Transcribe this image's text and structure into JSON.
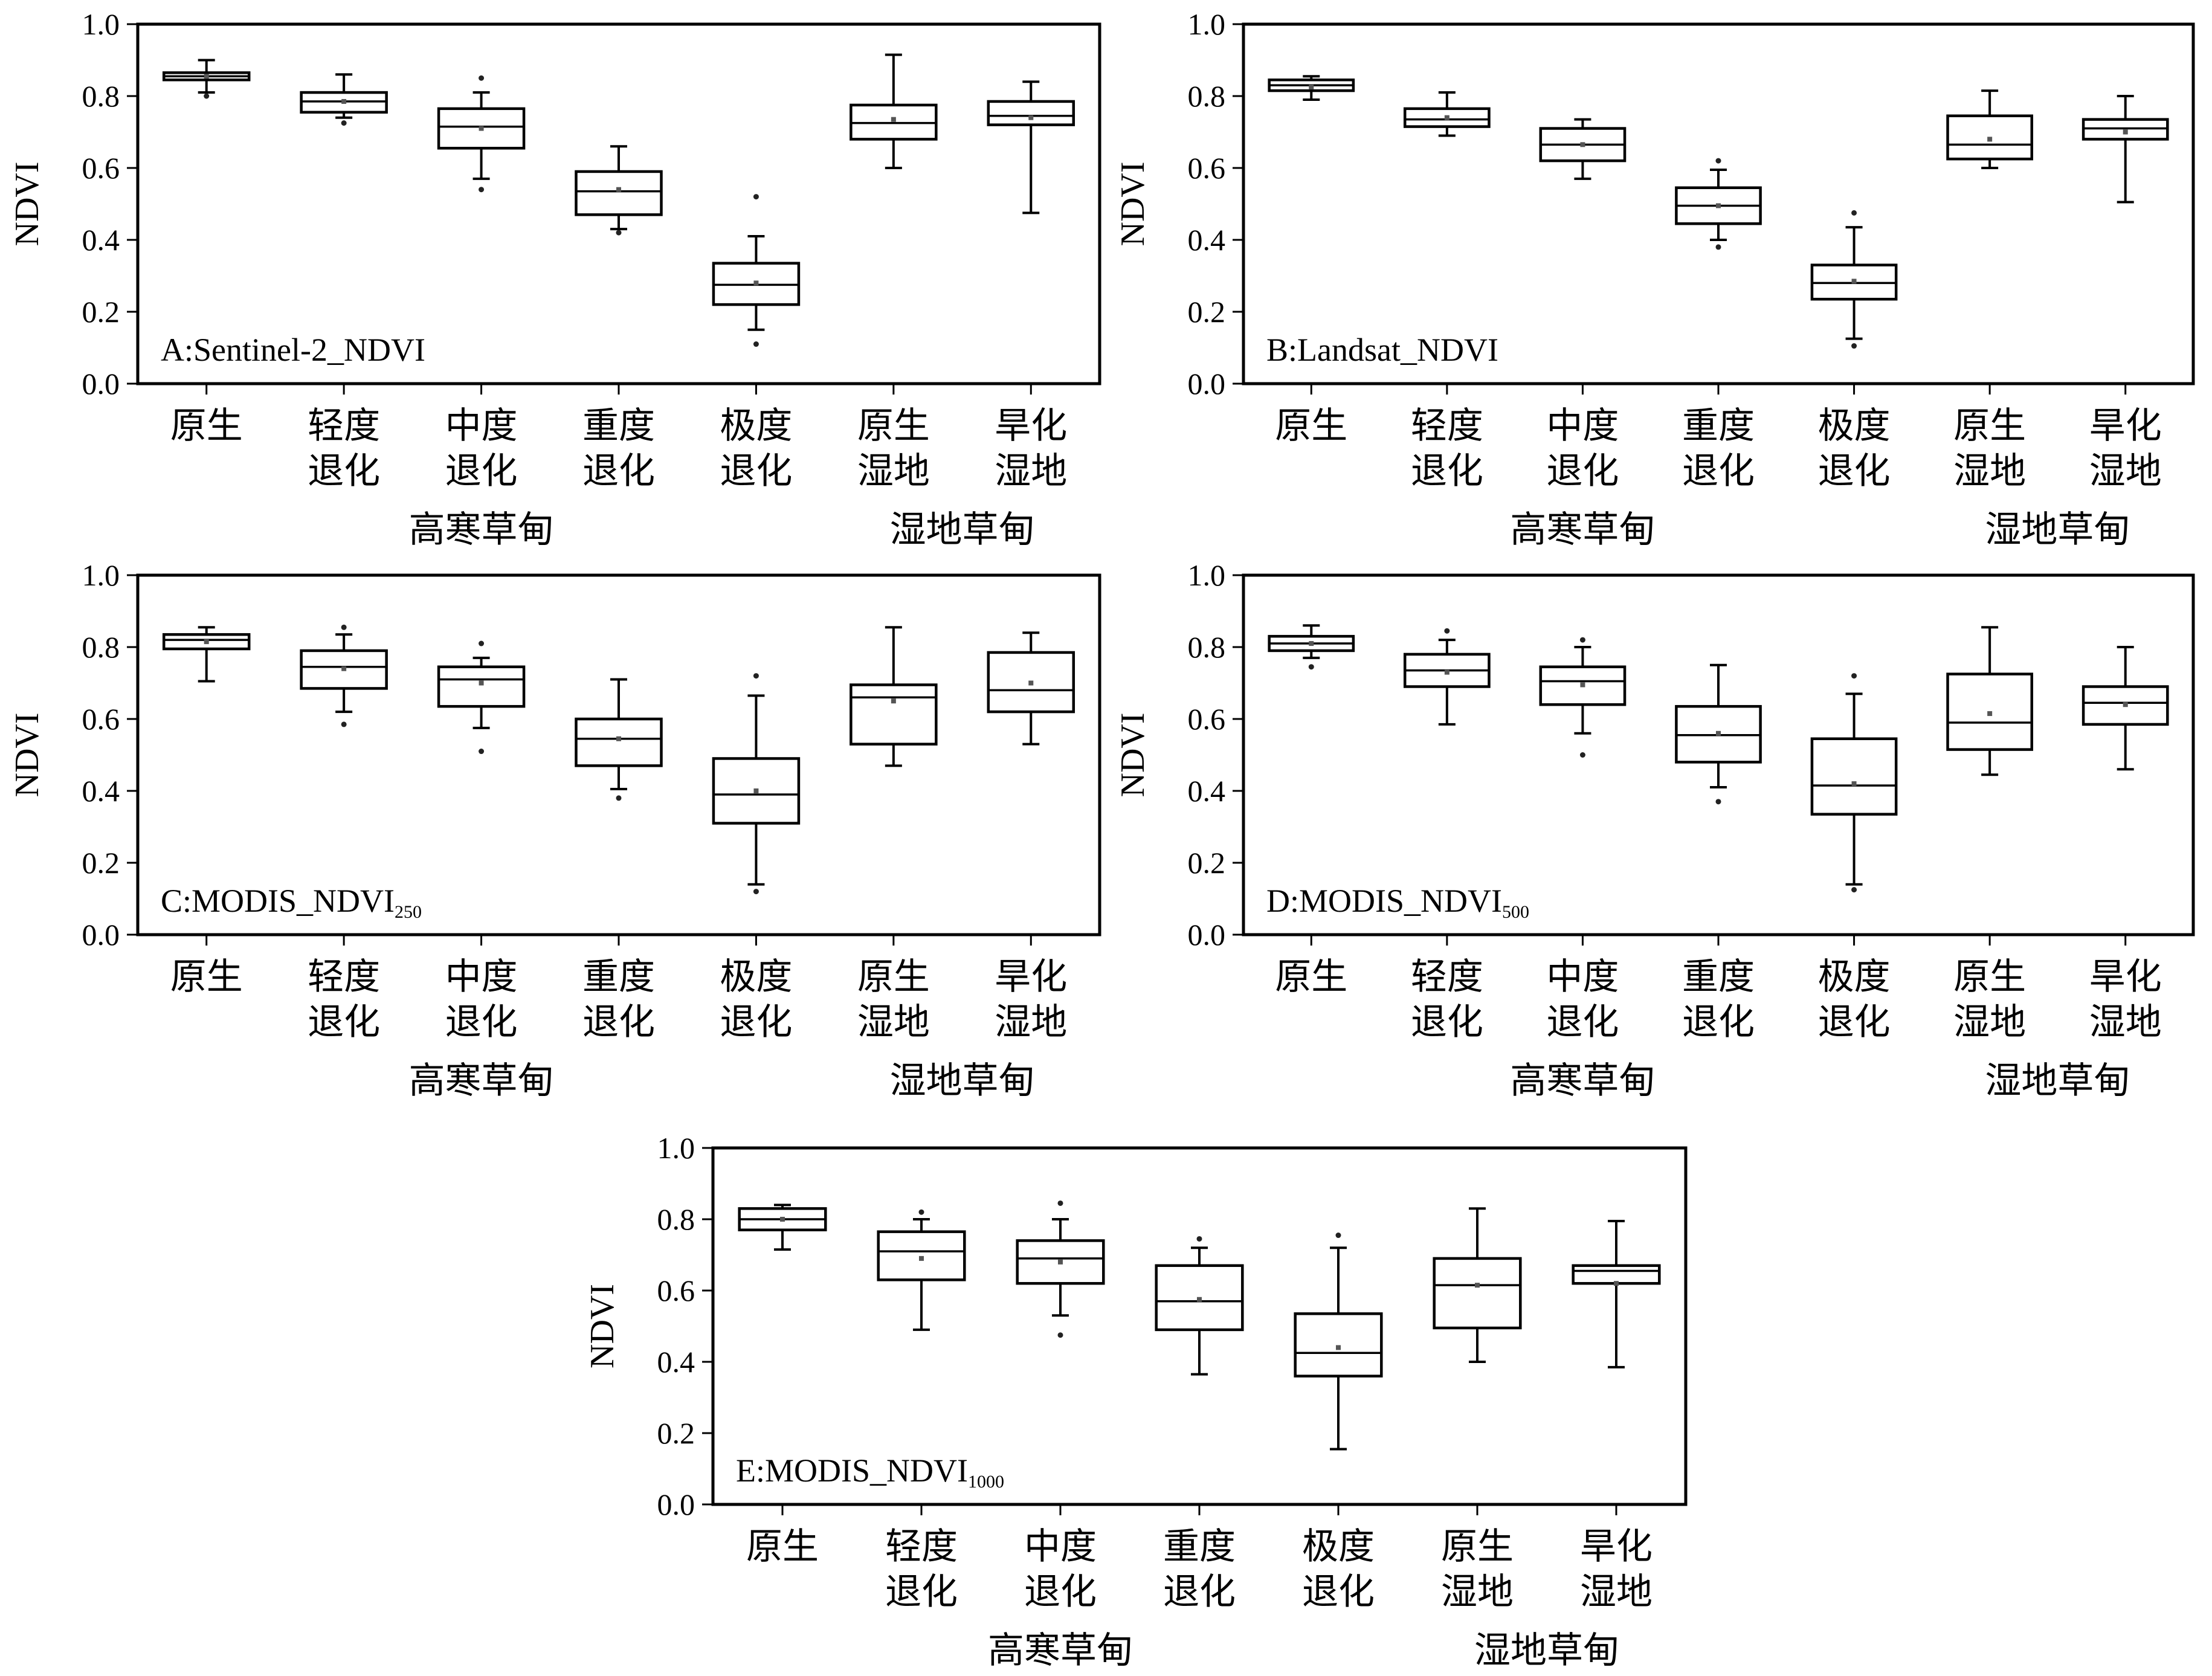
{
  "chart_data": [
    {
      "type": "box",
      "panel_label": "A:Sentinel-2_NDVI",
      "ylabel": "NDVI",
      "ylim": [
        0,
        1.0
      ],
      "yticks": [
        "0.0",
        "0.2",
        "0.4",
        "0.6",
        "0.8",
        "1.0"
      ],
      "categories": [
        [
          "原生"
        ],
        [
          "轻度",
          "退化"
        ],
        [
          "中度",
          "退化"
        ],
        [
          "重度",
          "退化"
        ],
        [
          "极度",
          "退化"
        ],
        [
          "原生",
          "湿地"
        ],
        [
          "旱化",
          "湿地"
        ]
      ],
      "groups": [
        {
          "label": "高寒草甸",
          "span": [
            0,
            4
          ]
        },
        {
          "label": "湿地草甸",
          "span": [
            5,
            6
          ]
        }
      ],
      "boxes": [
        {
          "whisker_low": 0.81,
          "q1": 0.845,
          "median": 0.855,
          "q3": 0.865,
          "whisker_high": 0.9,
          "mean": 0.855,
          "outliers": [
            0.8
          ]
        },
        {
          "whisker_low": 0.74,
          "q1": 0.755,
          "median": 0.785,
          "q3": 0.81,
          "whisker_high": 0.86,
          "mean": 0.785,
          "outliers": [
            0.725
          ]
        },
        {
          "whisker_low": 0.57,
          "q1": 0.655,
          "median": 0.715,
          "q3": 0.765,
          "whisker_high": 0.81,
          "mean": 0.71,
          "outliers": [
            0.54,
            0.85
          ]
        },
        {
          "whisker_low": 0.43,
          "q1": 0.47,
          "median": 0.535,
          "q3": 0.59,
          "whisker_high": 0.66,
          "mean": 0.54,
          "outliers": [
            0.42
          ]
        },
        {
          "whisker_low": 0.15,
          "q1": 0.22,
          "median": 0.275,
          "q3": 0.335,
          "whisker_high": 0.41,
          "mean": 0.28,
          "outliers": [
            0.11,
            0.52
          ]
        },
        {
          "whisker_low": 0.6,
          "q1": 0.68,
          "median": 0.725,
          "q3": 0.775,
          "whisker_high": 0.915,
          "mean": 0.735,
          "outliers": []
        },
        {
          "whisker_low": 0.475,
          "q1": 0.72,
          "median": 0.745,
          "q3": 0.785,
          "whisker_high": 0.84,
          "mean": 0.74,
          "outliers": []
        }
      ]
    },
    {
      "type": "box",
      "panel_label": "B:Landsat_NDVI",
      "ylabel": "NDVI",
      "ylim": [
        0,
        1.0
      ],
      "yticks": [
        "0.0",
        "0.2",
        "0.4",
        "0.6",
        "0.8",
        "1.0"
      ],
      "categories": [
        [
          "原生"
        ],
        [
          "轻度",
          "退化"
        ],
        [
          "中度",
          "退化"
        ],
        [
          "重度",
          "退化"
        ],
        [
          "极度",
          "退化"
        ],
        [
          "原生",
          "湿地"
        ],
        [
          "旱化",
          "湿地"
        ]
      ],
      "groups": [
        {
          "label": "高寒草甸",
          "span": [
            0,
            4
          ]
        },
        {
          "label": "湿地草甸",
          "span": [
            5,
            6
          ]
        }
      ],
      "boxes": [
        {
          "whisker_low": 0.79,
          "q1": 0.815,
          "median": 0.83,
          "q3": 0.845,
          "whisker_high": 0.855,
          "mean": 0.825,
          "outliers": []
        },
        {
          "whisker_low": 0.69,
          "q1": 0.715,
          "median": 0.735,
          "q3": 0.765,
          "whisker_high": 0.81,
          "mean": 0.74,
          "outliers": []
        },
        {
          "whisker_low": 0.57,
          "q1": 0.62,
          "median": 0.665,
          "q3": 0.71,
          "whisker_high": 0.735,
          "mean": 0.665,
          "outliers": []
        },
        {
          "whisker_low": 0.4,
          "q1": 0.445,
          "median": 0.495,
          "q3": 0.545,
          "whisker_high": 0.595,
          "mean": 0.495,
          "outliers": [
            0.38,
            0.62
          ]
        },
        {
          "whisker_low": 0.125,
          "q1": 0.235,
          "median": 0.28,
          "q3": 0.33,
          "whisker_high": 0.435,
          "mean": 0.285,
          "outliers": [
            0.105,
            0.475
          ]
        },
        {
          "whisker_low": 0.6,
          "q1": 0.625,
          "median": 0.665,
          "q3": 0.745,
          "whisker_high": 0.815,
          "mean": 0.68,
          "outliers": []
        },
        {
          "whisker_low": 0.505,
          "q1": 0.68,
          "median": 0.71,
          "q3": 0.735,
          "whisker_high": 0.8,
          "mean": 0.7,
          "outliers": []
        }
      ]
    },
    {
      "type": "box",
      "panel_label": "C:MODIS_NDVI",
      "panel_label_subscript": "250",
      "ylabel": "NDVI",
      "ylim": [
        0,
        1.0
      ],
      "yticks": [
        "0.0",
        "0.2",
        "0.4",
        "0.6",
        "0.8",
        "1.0"
      ],
      "categories": [
        [
          "原生"
        ],
        [
          "轻度",
          "退化"
        ],
        [
          "中度",
          "退化"
        ],
        [
          "重度",
          "退化"
        ],
        [
          "极度",
          "退化"
        ],
        [
          "原生",
          "湿地"
        ],
        [
          "旱化",
          "湿地"
        ]
      ],
      "groups": [
        {
          "label": "高寒草甸",
          "span": [
            0,
            4
          ]
        },
        {
          "label": "湿地草甸",
          "span": [
            5,
            6
          ]
        }
      ],
      "boxes": [
        {
          "whisker_low": 0.705,
          "q1": 0.795,
          "median": 0.82,
          "q3": 0.835,
          "whisker_high": 0.855,
          "mean": 0.815,
          "outliers": []
        },
        {
          "whisker_low": 0.62,
          "q1": 0.685,
          "median": 0.745,
          "q3": 0.79,
          "whisker_high": 0.835,
          "mean": 0.74,
          "outliers": [
            0.585,
            0.855
          ]
        },
        {
          "whisker_low": 0.575,
          "q1": 0.635,
          "median": 0.71,
          "q3": 0.745,
          "whisker_high": 0.77,
          "mean": 0.7,
          "outliers": [
            0.51,
            0.81
          ]
        },
        {
          "whisker_low": 0.405,
          "q1": 0.47,
          "median": 0.545,
          "q3": 0.6,
          "whisker_high": 0.71,
          "mean": 0.545,
          "outliers": [
            0.38
          ]
        },
        {
          "whisker_low": 0.14,
          "q1": 0.31,
          "median": 0.39,
          "q3": 0.49,
          "whisker_high": 0.665,
          "mean": 0.4,
          "outliers": [
            0.12,
            0.72
          ]
        },
        {
          "whisker_low": 0.47,
          "q1": 0.53,
          "median": 0.66,
          "q3": 0.695,
          "whisker_high": 0.855,
          "mean": 0.65,
          "outliers": []
        },
        {
          "whisker_low": 0.53,
          "q1": 0.62,
          "median": 0.68,
          "q3": 0.785,
          "whisker_high": 0.84,
          "mean": 0.7,
          "outliers": []
        }
      ]
    },
    {
      "type": "box",
      "panel_label": "D:MODIS_NDVI",
      "panel_label_subscript": "500",
      "ylabel": "NDVI",
      "ylim": [
        0,
        1.0
      ],
      "yticks": [
        "0.0",
        "0.2",
        "0.4",
        "0.6",
        "0.8",
        "1.0"
      ],
      "categories": [
        [
          "原生"
        ],
        [
          "轻度",
          "退化"
        ],
        [
          "中度",
          "退化"
        ],
        [
          "重度",
          "退化"
        ],
        [
          "极度",
          "退化"
        ],
        [
          "原生",
          "湿地"
        ],
        [
          "旱化",
          "湿地"
        ]
      ],
      "groups": [
        {
          "label": "高寒草甸",
          "span": [
            0,
            4
          ]
        },
        {
          "label": "湿地草甸",
          "span": [
            5,
            6
          ]
        }
      ],
      "boxes": [
        {
          "whisker_low": 0.77,
          "q1": 0.79,
          "median": 0.81,
          "q3": 0.83,
          "whisker_high": 0.86,
          "mean": 0.81,
          "outliers": [
            0.745
          ]
        },
        {
          "whisker_low": 0.585,
          "q1": 0.69,
          "median": 0.735,
          "q3": 0.78,
          "whisker_high": 0.82,
          "mean": 0.73,
          "outliers": [
            0.845
          ]
        },
        {
          "whisker_low": 0.56,
          "q1": 0.64,
          "median": 0.705,
          "q3": 0.745,
          "whisker_high": 0.8,
          "mean": 0.695,
          "outliers": [
            0.5,
            0.82
          ]
        },
        {
          "whisker_low": 0.41,
          "q1": 0.48,
          "median": 0.555,
          "q3": 0.635,
          "whisker_high": 0.75,
          "mean": 0.56,
          "outliers": [
            0.37
          ]
        },
        {
          "whisker_low": 0.14,
          "q1": 0.335,
          "median": 0.415,
          "q3": 0.545,
          "whisker_high": 0.67,
          "mean": 0.42,
          "outliers": [
            0.125,
            0.72
          ]
        },
        {
          "whisker_low": 0.445,
          "q1": 0.515,
          "median": 0.59,
          "q3": 0.725,
          "whisker_high": 0.855,
          "mean": 0.615,
          "outliers": []
        },
        {
          "whisker_low": 0.46,
          "q1": 0.585,
          "median": 0.645,
          "q3": 0.69,
          "whisker_high": 0.8,
          "mean": 0.64,
          "outliers": []
        }
      ]
    },
    {
      "type": "box",
      "panel_label": "E:MODIS_NDVI",
      "panel_label_subscript": "1000",
      "ylabel": "NDVI",
      "ylim": [
        0,
        1.0
      ],
      "yticks": [
        "0.0",
        "0.2",
        "0.4",
        "0.6",
        "0.8",
        "1.0"
      ],
      "categories": [
        [
          "原生"
        ],
        [
          "轻度",
          "退化"
        ],
        [
          "中度",
          "退化"
        ],
        [
          "重度",
          "退化"
        ],
        [
          "极度",
          "退化"
        ],
        [
          "原生",
          "湿地"
        ],
        [
          "旱化",
          "湿地"
        ]
      ],
      "groups": [
        {
          "label": "高寒草甸",
          "span": [
            0,
            4
          ]
        },
        {
          "label": "湿地草甸",
          "span": [
            5,
            6
          ]
        }
      ],
      "boxes": [
        {
          "whisker_low": 0.715,
          "q1": 0.77,
          "median": 0.8,
          "q3": 0.83,
          "whisker_high": 0.84,
          "mean": 0.8,
          "outliers": []
        },
        {
          "whisker_low": 0.49,
          "q1": 0.63,
          "median": 0.71,
          "q3": 0.765,
          "whisker_high": 0.8,
          "mean": 0.69,
          "outliers": [
            0.82
          ]
        },
        {
          "whisker_low": 0.53,
          "q1": 0.62,
          "median": 0.69,
          "q3": 0.74,
          "whisker_high": 0.8,
          "mean": 0.68,
          "outliers": [
            0.475,
            0.845
          ]
        },
        {
          "whisker_low": 0.365,
          "q1": 0.49,
          "median": 0.57,
          "q3": 0.67,
          "whisker_high": 0.72,
          "mean": 0.575,
          "outliers": [
            0.745
          ]
        },
        {
          "whisker_low": 0.155,
          "q1": 0.36,
          "median": 0.425,
          "q3": 0.535,
          "whisker_high": 0.72,
          "mean": 0.44,
          "outliers": [
            0.755
          ]
        },
        {
          "whisker_low": 0.4,
          "q1": 0.495,
          "median": 0.615,
          "q3": 0.69,
          "whisker_high": 0.83,
          "mean": 0.615,
          "outliers": []
        },
        {
          "whisker_low": 0.385,
          "q1": 0.62,
          "median": 0.655,
          "q3": 0.67,
          "whisker_high": 0.795,
          "mean": 0.62,
          "outliers": []
        }
      ]
    }
  ]
}
